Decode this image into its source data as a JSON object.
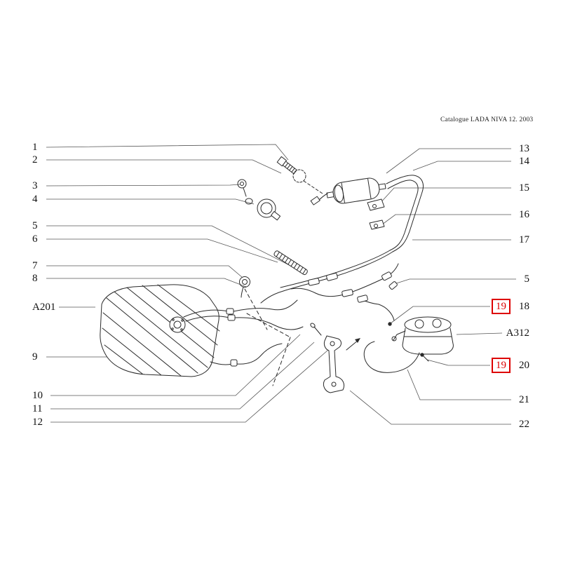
{
  "header": {
    "catalogue_title": "Catalogue LADA NIVA 12. 2003"
  },
  "callouts": {
    "left": [
      {
        "label": "1"
      },
      {
        "label": "2"
      },
      {
        "label": "3"
      },
      {
        "label": "4"
      },
      {
        "label": "5"
      },
      {
        "label": "6"
      },
      {
        "label": "7"
      },
      {
        "label": "8"
      },
      {
        "label": "A201"
      },
      {
        "label": "9"
      },
      {
        "label": "10"
      },
      {
        "label": "11"
      },
      {
        "label": "12"
      }
    ],
    "right": [
      {
        "label": "13"
      },
      {
        "label": "14"
      },
      {
        "label": "15"
      },
      {
        "label": "16"
      },
      {
        "label": "17"
      },
      {
        "label": "5"
      },
      {
        "label": "18"
      },
      {
        "label": "A312"
      },
      {
        "label": "20"
      },
      {
        "label": "21"
      },
      {
        "label": "22"
      }
    ],
    "highlights": [
      {
        "label": "19"
      },
      {
        "label": "19"
      }
    ]
  },
  "colors": {
    "highlight": "#dd0000",
    "line": "#333333"
  }
}
